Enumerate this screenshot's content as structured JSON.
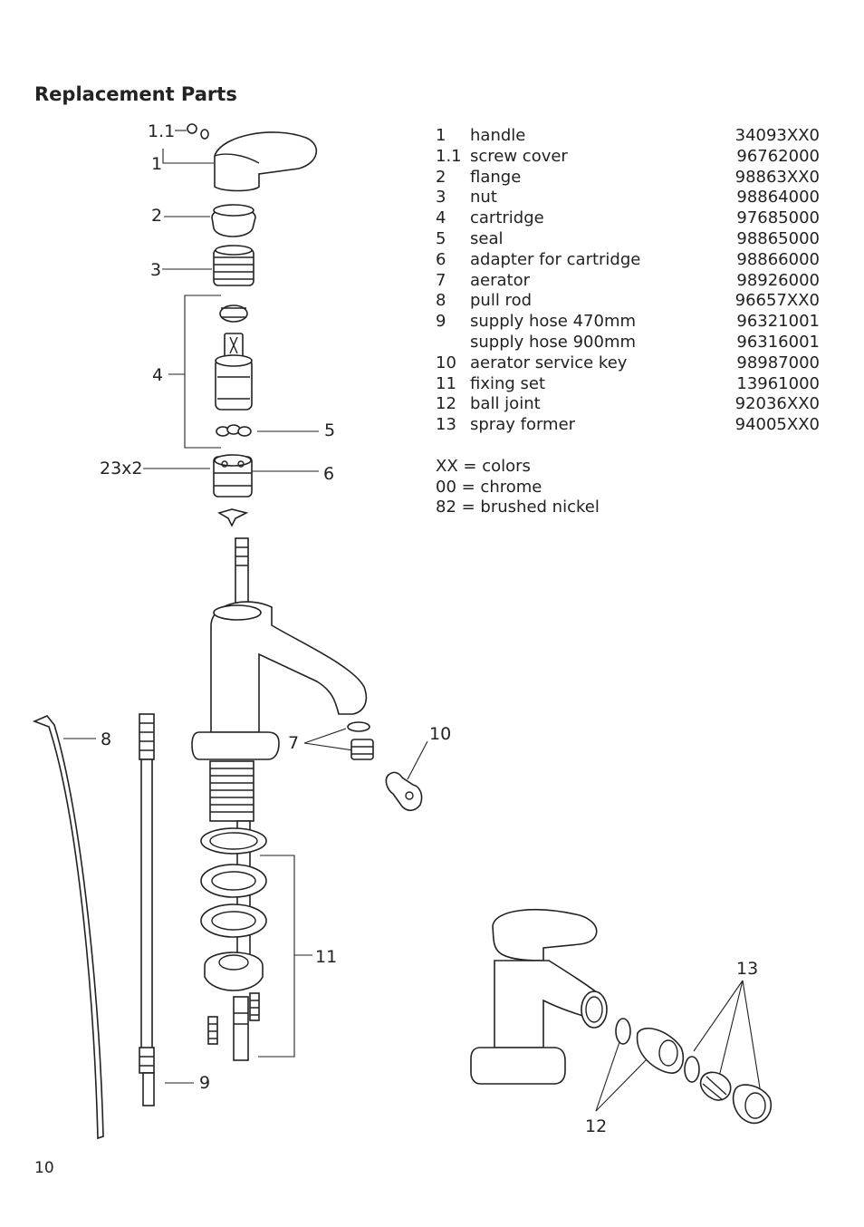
{
  "title": "Replacement Parts",
  "parts": [
    {
      "number": "1",
      "description": "handle",
      "code": "34093XX0"
    },
    {
      "number": "1.1",
      "description": "screw cover",
      "code": "96762000"
    },
    {
      "number": "2",
      "description": "flange",
      "code": "98863XX0"
    },
    {
      "number": "3",
      "description": "nut",
      "code": "98864000"
    },
    {
      "number": "4",
      "description": "cartridge",
      "code": "97685000"
    },
    {
      "number": "5",
      "description": "seal",
      "code": "98865000"
    },
    {
      "number": "6",
      "description": "adapter for cartridge",
      "code": "98866000"
    },
    {
      "number": "7",
      "description": "aerator",
      "code": "98926000"
    },
    {
      "number": "8",
      "description": "pull rod",
      "code": "96657XX0"
    },
    {
      "number": "9",
      "description": "supply hose 470mm",
      "code": "96321001"
    },
    {
      "number": "",
      "description": "supply hose 900mm",
      "code": "96316001"
    },
    {
      "number": "10",
      "description": "aerator service key",
      "code": "98987000"
    },
    {
      "number": "11",
      "description": "fixing set",
      "code": "13961000"
    },
    {
      "number": "12",
      "description": "ball joint",
      "code": "92036XX0"
    },
    {
      "number": "13",
      "description": "spray former",
      "code": "94005XX0"
    }
  ],
  "legend": [
    "XX = colors",
    "00 = chrome",
    "82 = brushed nickel"
  ],
  "diagram_labels": {
    "l11": "1.1",
    "l1": "1",
    "l2": "2",
    "l3": "3",
    "l4": "4",
    "l5": "5",
    "l23x2": "23x2",
    "l6": "6",
    "l7": "7",
    "l8": "8",
    "l9": "9",
    "l10": "10",
    "l11b": "11",
    "l12": "12",
    "l13": "13"
  },
  "page_number": "10"
}
